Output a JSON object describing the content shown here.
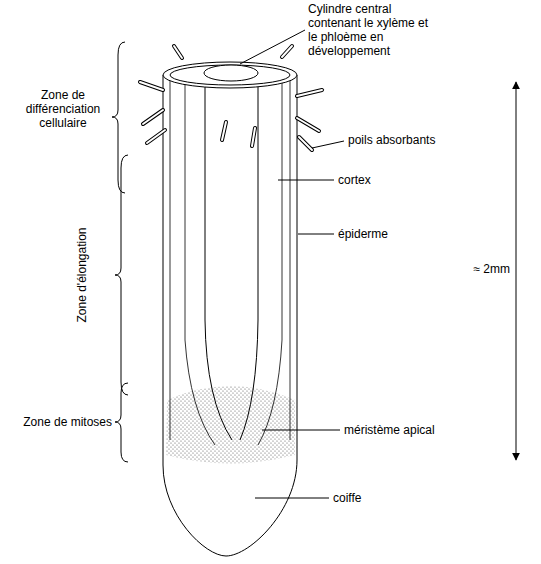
{
  "diagram": {
    "labels": [
      "Cylindre central contenant le xylème et le phloème en développement",
      "Zone de différenciation cellulaire",
      "Zone d'élongation",
      "Zone de mitoses",
      "poils absorbants",
      "cortex",
      "épiderme",
      "≈ 2mm",
      "méristème apical",
      "coiffe"
    ]
  }
}
